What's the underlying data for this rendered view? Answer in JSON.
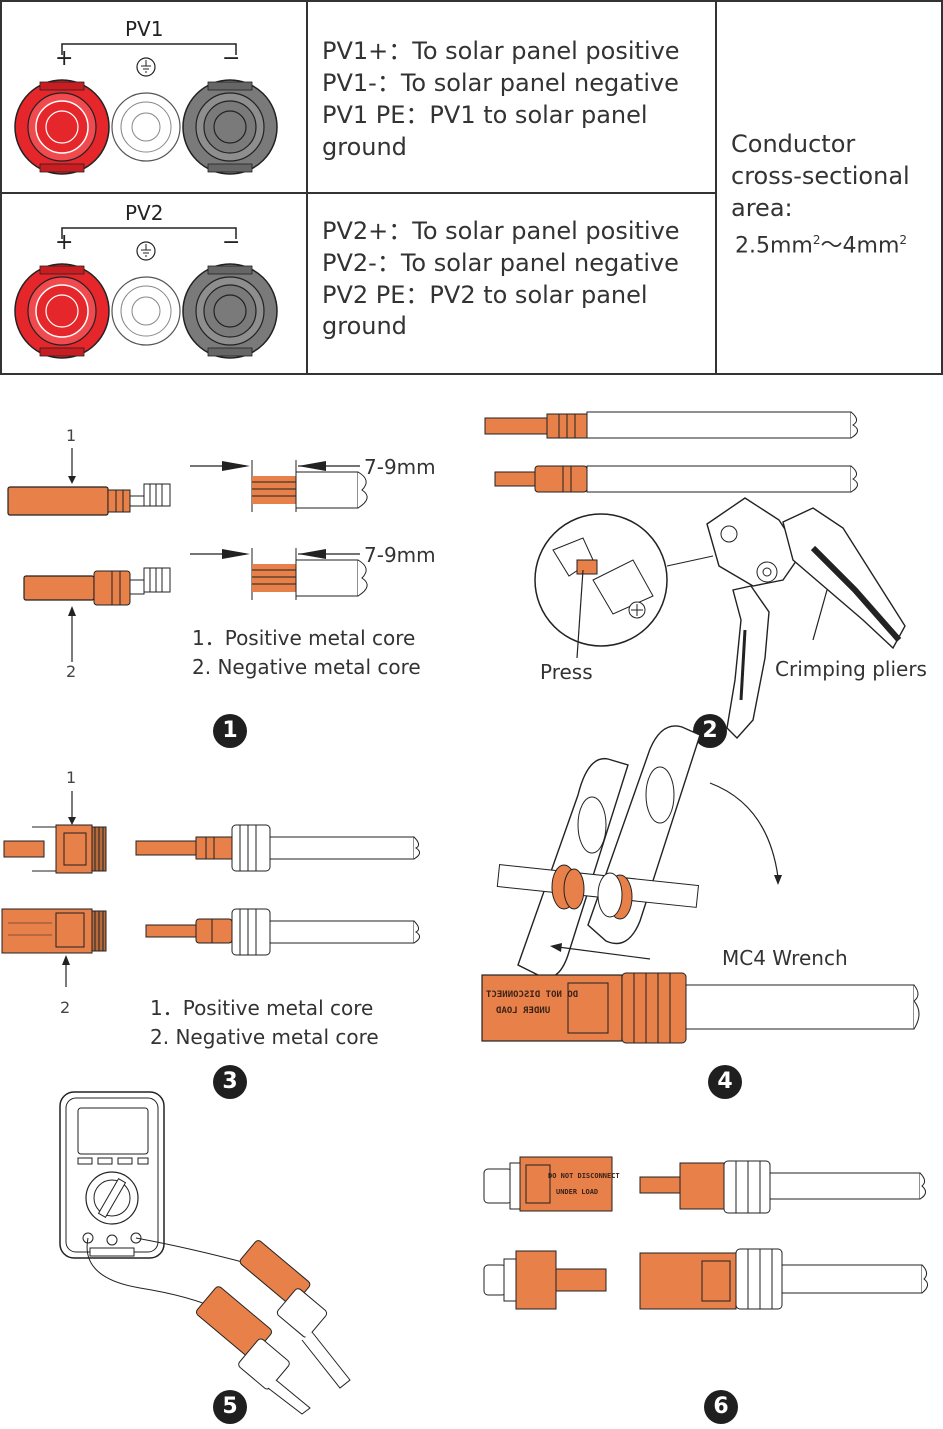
{
  "table": {
    "pv1": {
      "label": "PV1",
      "plus": "+",
      "minus": "−",
      "lines": [
        "PV1+：To solar panel positive",
        "PV1-：To solar panel negative",
        "PV1 PE：PV1 to solar panel",
        "ground"
      ]
    },
    "pv2": {
      "label": "PV2",
      "plus": "+",
      "minus": "−",
      "lines": [
        "PV2+：To solar panel positive",
        "PV2-：To solar panel negative",
        "PV2 PE：PV2 to solar panel",
        "ground"
      ]
    },
    "conductor": {
      "lines": [
        "Conductor",
        "cross-sectional",
        "area:"
      ],
      "range_from": "2.5mm",
      "range_sep": "～",
      "range_to": "4mm",
      "exponent": "2"
    }
  },
  "step1": {
    "callout_1": "1",
    "callout_2": "2",
    "strip_length_top": "7-9mm",
    "strip_length_bottom": "7-9mm",
    "legend_1": "1．Positive metal core",
    "legend_2": "2.  Negative metal core",
    "number": "1"
  },
  "step2": {
    "press_label": "Press",
    "pliers_label": "Crimping pliers",
    "number": "2"
  },
  "step3": {
    "callout_1": "1",
    "callout_2": "2",
    "legend_1": "1．Positive metal core",
    "legend_2": "2.  Negative metal core",
    "number": "3"
  },
  "step4": {
    "wrench_label": "MC4 Wrench",
    "connector_text_1": "DO NOT DISCONNECT",
    "connector_text_2": "UNDER LOAD",
    "number": "4"
  },
  "step5": {
    "number": "5"
  },
  "step6": {
    "connector_text_1": "DO NOT DISCONNECT",
    "connector_text_2": "UNDER LOAD",
    "number": "6"
  },
  "colors": {
    "positive_red": "#e5262b",
    "negative_gray": "#7a7a7a",
    "connector_orange": "#e8804a",
    "outline": "#222222"
  }
}
